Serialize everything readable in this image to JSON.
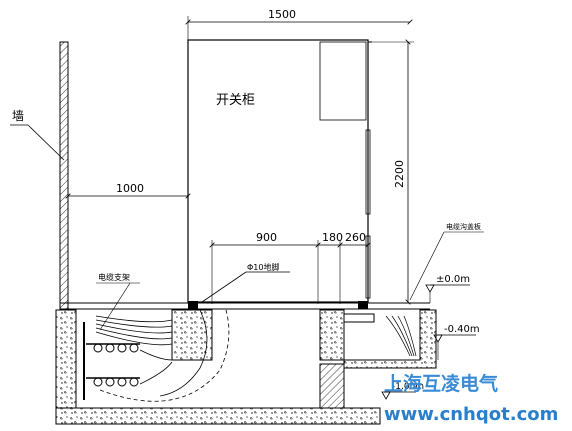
{
  "labels": {
    "wall": "墙",
    "cabinet": "开关柜",
    "width_total": "1500",
    "height_total": "2200",
    "wall_gap": "1000",
    "dim_900": "900",
    "dim_180": "180",
    "dim_260": "260",
    "anchor_bolt": "Φ10地脚",
    "cable_bracket": "电缆支架",
    "cable_trench_cover": "电缆沟盖板",
    "level_zero": "±0.0m",
    "level_minus_040": "-0.40m",
    "level_minus_100": "-1.00m"
  },
  "watermark": {
    "brand": "上海互凌电气",
    "url": "www.cnhqot.com",
    "color": "#3a8bd6"
  }
}
